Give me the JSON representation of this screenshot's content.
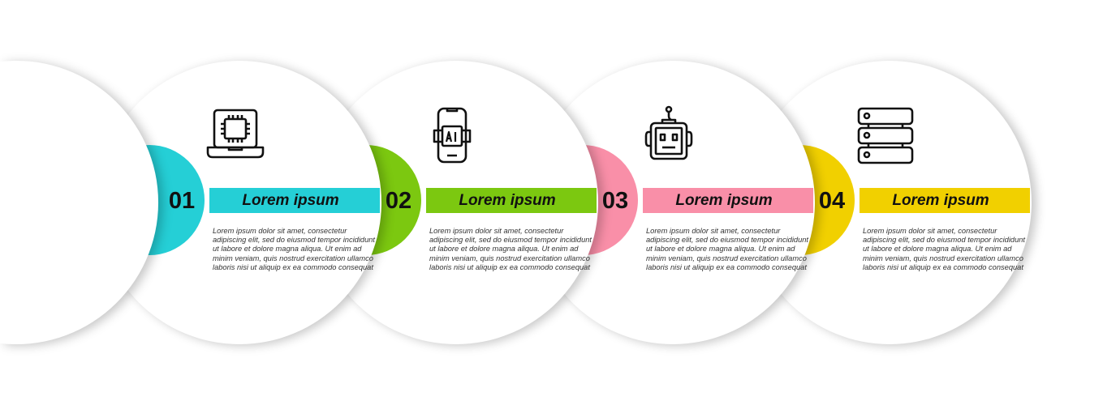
{
  "steps": [
    {
      "number": "01",
      "title": "Lorem ipsum",
      "icon": "laptop-chip-icon",
      "color": "#25cfd6",
      "text": "Lorem ipsum dolor sit amet, consectetur adipiscing elit, sed do eiusmod tempor incididunt ut labore et dolore magna aliqua. Ut enim ad minim veniam, quis nostrud exercitation ullamco laboris nisi ut aliquip ex ea commodo consequat"
    },
    {
      "number": "02",
      "title": "Lorem ipsum",
      "icon": "ai-smartphone-icon",
      "color": "#7cc810",
      "text": "Lorem ipsum dolor sit amet, consectetur adipiscing elit, sed do eiusmod tempor incididunt ut labore et dolore magna aliqua. Ut enim ad minim veniam, quis nostrud exercitation ullamco laboris nisi ut aliquip ex ea commodo consequat"
    },
    {
      "number": "03",
      "title": "Lorem ipsum",
      "icon": "robot-icon",
      "color": "#f98fa8",
      "text": "Lorem ipsum dolor sit amet, consectetur adipiscing elit, sed do eiusmod tempor incididunt ut labore et dolore magna aliqua. Ut enim ad minim veniam, quis nostrud exercitation ullamco laboris nisi ut aliquip ex ea commodo consequat"
    },
    {
      "number": "04",
      "title": "Lorem ipsum",
      "icon": "server-icon",
      "color": "#f1d000",
      "text": "Lorem ipsum dolor sit amet, consectetur adipiscing elit, sed do eiusmod tempor incididunt ut labore et dolore magna aliqua. Ut enim ad minim veniam, quis nostrud exercitation ullamco laboris nisi ut aliquip ex ea commodo consequat"
    }
  ]
}
